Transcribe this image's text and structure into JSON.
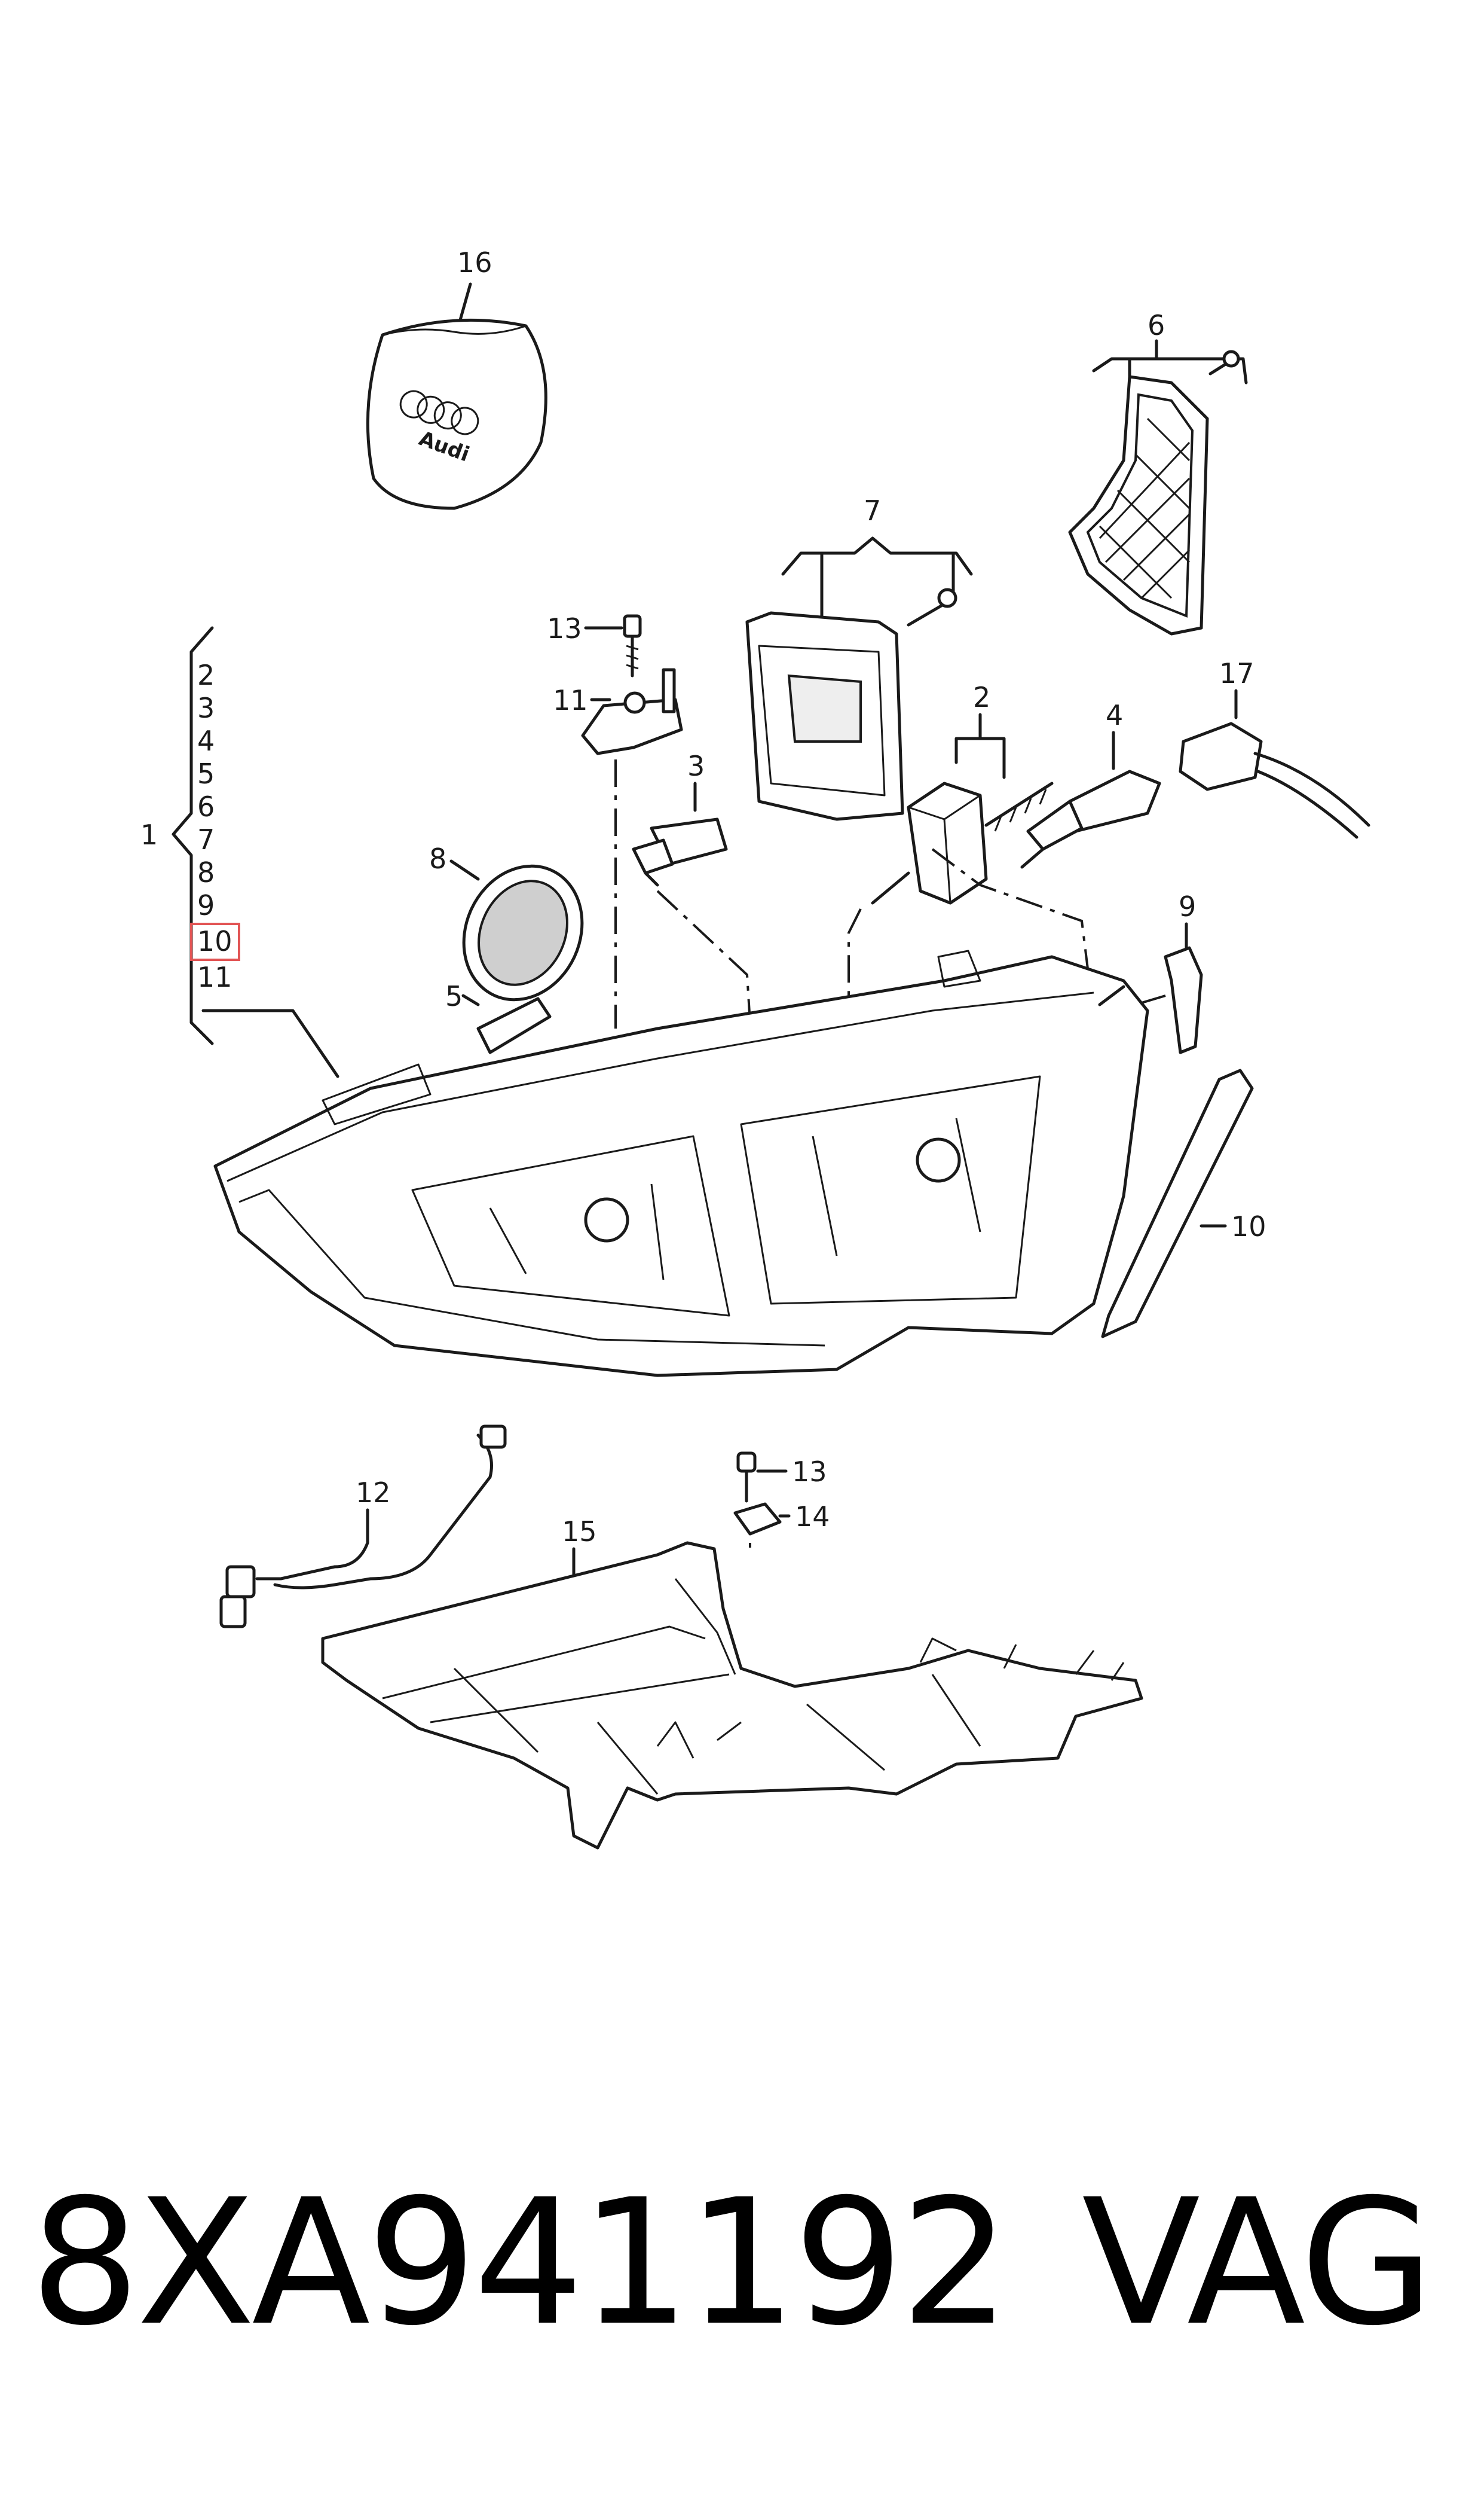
{
  "callouts": {
    "c16": "16",
    "c6": "6",
    "c7": "7",
    "c13a": "13",
    "c11": "11",
    "c2": "2",
    "c3": "3",
    "c4": "4",
    "c17": "17",
    "c8": "8",
    "c9": "9",
    "c5": "5",
    "c10": "10",
    "c12": "12",
    "c13b": "13",
    "c14": "14",
    "c15": "15",
    "c1": "1"
  },
  "group_list": [
    "2",
    "3",
    "4",
    "5",
    "6",
    "7",
    "8",
    "9",
    "10",
    "11"
  ],
  "highlighted_item": "10",
  "highlight_color": "#e25555",
  "logo_text": "Audi",
  "footer": {
    "part_number": "8XA941192",
    "brand": "VAG"
  }
}
